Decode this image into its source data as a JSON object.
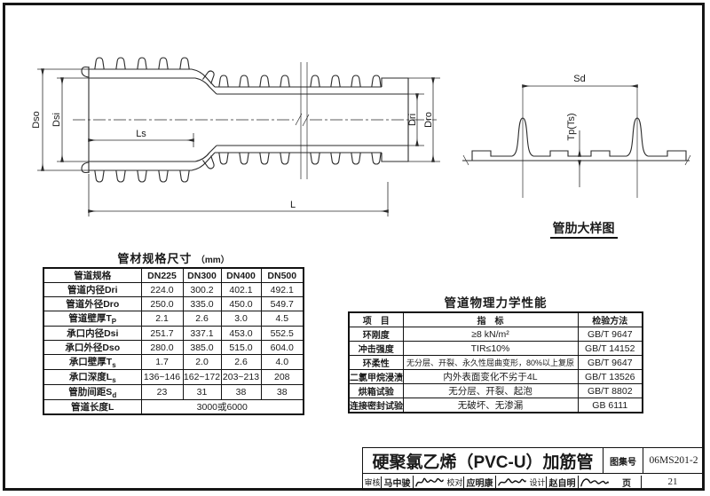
{
  "pipe_drawing": {
    "labels": {
      "dso": "Dso",
      "dsi": "Dsi",
      "ls": "Ls",
      "l": "L",
      "dri": "Dri",
      "dro": "Dro"
    }
  },
  "rib_drawing": {
    "caption": "管肋大样图",
    "labels": {
      "sd": "Sd",
      "tp": "Tp(Ts)"
    }
  },
  "spec_table": {
    "title": "管材规格尺寸",
    "unit": "（mm）",
    "header": [
      "管道规格",
      "DN225",
      "DN300",
      "DN400",
      "DN500"
    ],
    "rows": [
      {
        "label": "管道内径Dri",
        "sub": "",
        "values": [
          "224.0",
          "300.2",
          "402.1",
          "492.1"
        ]
      },
      {
        "label": "管道外径Dro",
        "sub": "",
        "values": [
          "250.0",
          "335.0",
          "450.0",
          "549.7"
        ]
      },
      {
        "label": "管道壁厚T",
        "sub": "P",
        "values": [
          "2.1",
          "2.6",
          "3.0",
          "4.5"
        ]
      },
      {
        "label": "承口内径Dsi",
        "sub": "",
        "values": [
          "251.7",
          "337.1",
          "453.0",
          "552.5"
        ]
      },
      {
        "label": "承口外径Dso",
        "sub": "",
        "values": [
          "280.0",
          "385.0",
          "515.0",
          "604.0"
        ]
      },
      {
        "label": "承口壁厚T",
        "sub": "s",
        "values": [
          "1.7",
          "2.0",
          "2.6",
          "4.0"
        ]
      },
      {
        "label": "承口深度L",
        "sub": "s",
        "values": [
          "136~146",
          "162~172",
          "203~213",
          "208"
        ]
      },
      {
        "label": "管肋间距S",
        "sub": "d",
        "values": [
          "23",
          "31",
          "38",
          "38"
        ]
      },
      {
        "label": "管道长度L",
        "sub": "",
        "values": [
          "3000或6000"
        ]
      }
    ]
  },
  "perf_table": {
    "title": "管道物理力学性能",
    "header": [
      "项　目",
      "指　标",
      "检验方法"
    ],
    "rows": [
      [
        "环刚度",
        "≥8 kN/m²",
        "GB/T 9647"
      ],
      [
        "冲击强度",
        "TIR≤10%",
        "GB/T 14152"
      ],
      [
        "环柔性",
        "无分层、开裂、永久性屈曲变形，80%以上复原",
        "GB/T 9647"
      ],
      [
        "二氯甲烷浸渍",
        "内外表面变化不劣于4L",
        "GB/T 13526"
      ],
      [
        "烘箱试验",
        "无分层、开裂、起泡",
        "GB/T 8802"
      ],
      [
        "连接密封试验",
        "无破坏、无渗漏",
        "GB 6111"
      ]
    ]
  },
  "title_block": {
    "title": "硬聚氯乙烯（PVC-U）加筋管",
    "atlas_label": "图集号",
    "atlas_no": "06MS201-2",
    "page_label": "页",
    "page_no": "21",
    "approvals": [
      {
        "role": "审核",
        "name": "马中骏"
      },
      {
        "role": "校对",
        "name": "应明康"
      },
      {
        "role": "设计",
        "name": "赵自明"
      }
    ]
  }
}
